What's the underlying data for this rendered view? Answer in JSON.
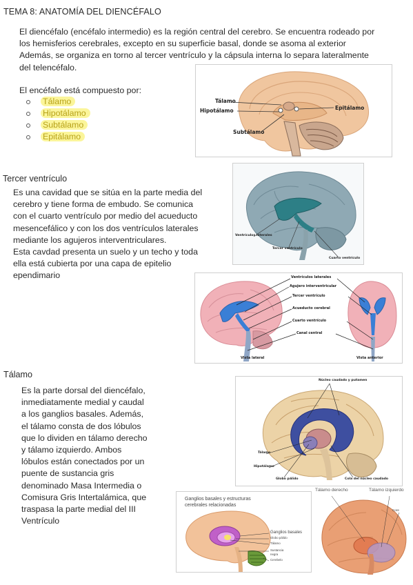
{
  "title": "TEMA 8: ANATOMÍA DEL DIENCÉFALO",
  "intro": {
    "p1": [
      "El diencéfalo (encéfalo intermedio) es la región central del cerebro. Se encuentra rodeado por",
      "los hemisferios cerebrales, excepto en su superficie basal, donde se asoma al exterior",
      "Además, se organiza en torno al tercer ventrículo y la cápsula interna lo separa lateralmente",
      "del telencéfalo."
    ],
    "lead": "El encéfalo está compuesto por:",
    "items": [
      "Tálamo",
      "Hipotálamo",
      "Subtálamo",
      "Epitálamo"
    ]
  },
  "fig1": {
    "talamo": "Tálamo",
    "hipotalamo": "Hipotálamo",
    "epitalamo": "Epitálamo",
    "subtalamo": "Subtálamo"
  },
  "tercer": {
    "heading": "Tercer ventrículo",
    "lines": [
      "Es una cavidad que se sitúa en la parte media del",
      "cerebro y tiene forma de embudo. Se comunica",
      "con el cuarto ventrículo por medio del acueducto",
      "mesencefálico y con los dos ventrículos laterales",
      "mediante los agujeros interventriculares.",
      "Esta cavdad presenta un suelo y un techo y toda",
      "ella está cubierta por una capa de epitelio",
      "ependimario"
    ]
  },
  "fig2": {
    "vl": "Ventrículos laterales",
    "tv": "Tercer ventrículo",
    "cv": "Cuarto ventrículo"
  },
  "fig3": {
    "labels": [
      "Ventrículos laterales",
      "Agujero interventricular",
      "Tercer ventrículo",
      "Acueducto cerebral",
      "Cuarto ventrículo",
      "Canal central"
    ],
    "lateral": "Vista lateral",
    "anterior": "Vista anterior"
  },
  "talamo": {
    "heading": "Tálamo",
    "lines": [
      "Es la parte dorsal del diencéfalo,",
      "inmediatamente medial y caudal",
      "a los ganglios basales. Además,",
      "el tálamo consta de dos lóbulos",
      "que lo dividen en tálamo derecho",
      "y tálamo izquierdo. Ambos",
      "lóbulos están conectados por un",
      "puente de sustancia gris",
      "denominado Masa Intermedia o",
      "Comisura Gris Intertalámica, que",
      "traspasa la parte medial del III",
      "Ventrículo"
    ]
  },
  "fig4": {
    "top": "Núcleo caudado y putamen",
    "talamo": "Tálamo",
    "hipotalamo": "Hipotálamo",
    "globo": "Globo pálido",
    "cola": "Cola del núcleo caudado"
  },
  "fig5": {
    "title1": "Ganglios basales y estructuras",
    "title2": "cerebrales relacionadas",
    "l1": "Ganglios basales",
    "l2": "Globo pálido",
    "l3": "Tálamo",
    "l4": "Sustancia",
    "l5": "negra",
    "l6": "Cerebelo"
  },
  "fig6": {
    "der": "Tálamo derecho",
    "izq": "Tálamo izquierdo",
    "core": "Core"
  }
}
